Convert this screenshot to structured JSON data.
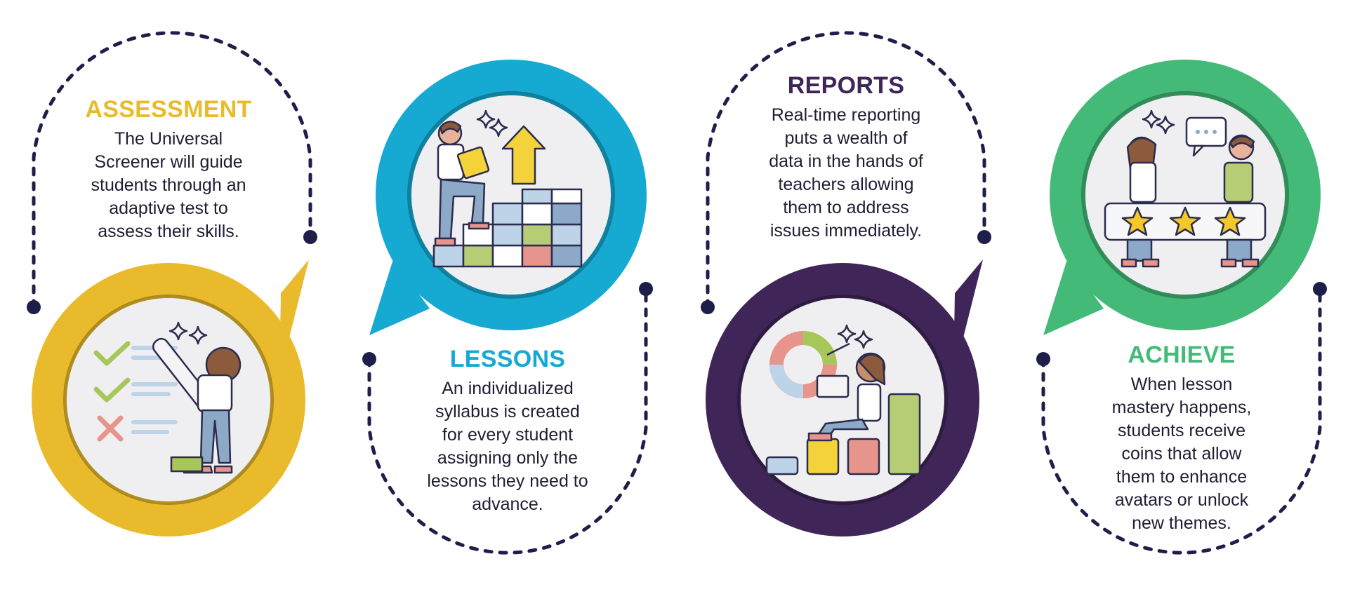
{
  "steps": [
    {
      "title": "ASSESSMENT",
      "description": "The Universal\nScreener will guide\nstudents through an\nadaptive test to\nassess their skills.",
      "color": "#E9BB2C",
      "illustration": "checklist-person-writing-icon"
    },
    {
      "title": "LESSONS",
      "description": "An individualized\nsyllabus is created\nfor every student\nassigning only the\nlessons they need to\nadvance.",
      "color": "#16AAD3",
      "illustration": "person-climbing-blocks-icon"
    },
    {
      "title": "REPORTS",
      "description": "Real-time reporting\nputs a wealth of\ndata in the hands of\nteachers allowing\nthem to address\nissues immediately.",
      "color": "#3F2558",
      "illustration": "person-laptop-charts-icon"
    },
    {
      "title": "ACHIEVE",
      "description": "When lesson\nmastery happens,\nstudents receive\ncoins that allow\nthem to enhance\navatars or unlock\nnew themes.",
      "color": "#43BA78",
      "illustration": "people-three-stars-icon"
    }
  ],
  "colors": {
    "dashed_path": "#1E1E4A",
    "inner_circle": "#EFEFF1",
    "outline": "#2C2C4E",
    "block_blue": "#BCD3E8",
    "block_green": "#B6CC75",
    "block_red": "#E6948C",
    "block_yellow": "#F4D23A",
    "star": "#F4C72A"
  }
}
